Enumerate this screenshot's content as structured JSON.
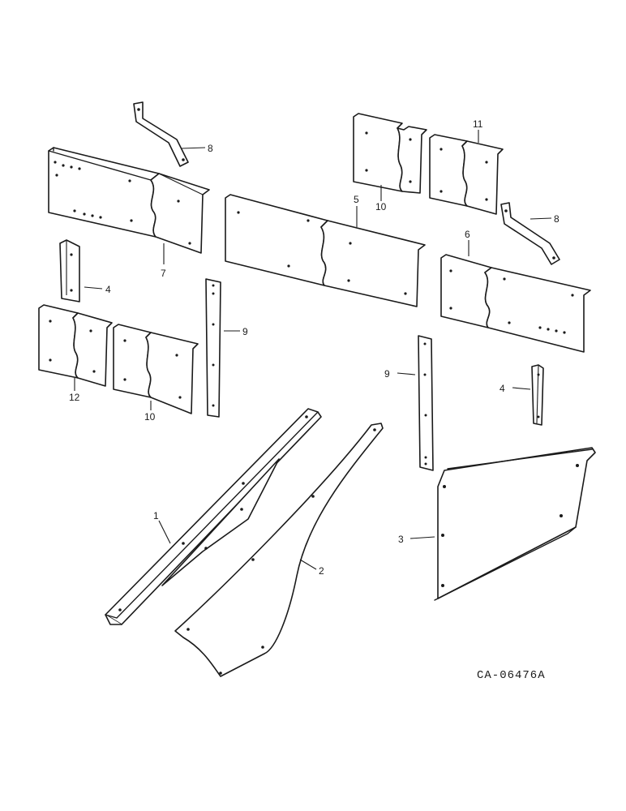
{
  "diagram": {
    "drawing_number": "CA-06476A",
    "callouts": {
      "p1": "1",
      "p2": "2",
      "p3": "3",
      "p4a": "4",
      "p4b": "4",
      "p5": "5",
      "p6": "6",
      "p7": "7",
      "p8a": "8",
      "p8b": "8",
      "p9a": "9",
      "p9b": "9",
      "p10a": "10",
      "p10b": "10",
      "p11": "11",
      "p12": "12"
    }
  },
  "colors": {
    "ink": "#1a1a1a",
    "paper": "#ffffff"
  }
}
